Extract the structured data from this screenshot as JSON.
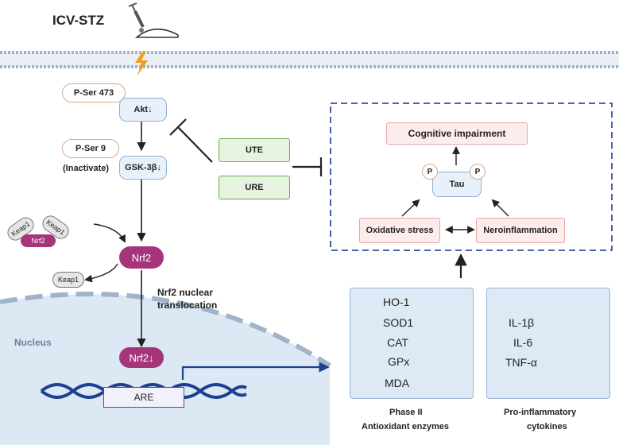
{
  "title": "ICV-STZ",
  "akt": {
    "phos": "P-Ser 473",
    "label": "Akt↓"
  },
  "gsk": {
    "phos": "P-Ser 9",
    "label": "GSK-3β↓",
    "note": "(Inactivate)"
  },
  "keap_complex": {
    "keap1_a": "Keap1",
    "keap1_b": "Keap1",
    "nrf2": "Nrf2"
  },
  "keap1_free": "Keap1",
  "nrf2_main": "Nrf2",
  "translocation": {
    "line1": "Nrf2 nuclear",
    "line2": "translocation"
  },
  "nucleus_label": "Nucleus",
  "nrf2_nucleus": "Nrf2↓",
  "are_label": "ARE",
  "treatments": {
    "ute": "UTE",
    "ure": "URE"
  },
  "box": {
    "cognitive": "Cognitive impairment",
    "tau": "Tau",
    "phospho_a": "P",
    "phospho_b": "P",
    "oxidative": "Oxidative stress",
    "neuro": "Neroinflammation"
  },
  "antioxidant_panel": {
    "items": [
      "HO-1",
      "SOD1",
      "CAT",
      "GPx"
    ],
    "mda": "MDA",
    "caption_line1": "Phase II",
    "caption_line2": "Antioxidant enzymes"
  },
  "cytokine_panel": {
    "items": [
      "IL-1β",
      "IL-6",
      "TNF-α"
    ],
    "caption_line1": "Pro-inflammatory",
    "caption_line2": "cytokines"
  },
  "colors": {
    "nrf2": "#a6347a",
    "dashed_box": "#2f4f9e",
    "dna": "#1f3f8f",
    "down_arrow_green": "#b9dca6",
    "up_arrow_red": "#c0392b"
  }
}
